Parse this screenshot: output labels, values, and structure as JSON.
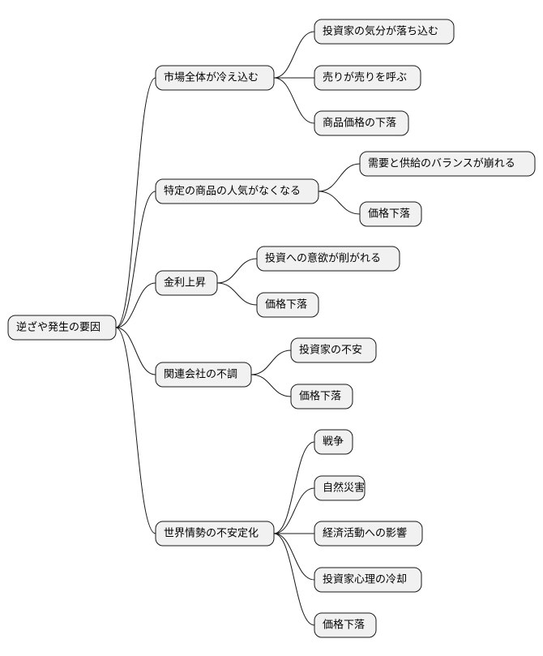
{
  "mindmap": {
    "root": "逆ざや発生の要因",
    "branches": [
      {
        "label": "市場全体が冷え込む",
        "children": [
          "投資家の気分が落ち込む",
          "売りが売りを呼ぶ",
          "商品価格の下落"
        ]
      },
      {
        "label": "特定の商品の人気がなくなる",
        "children": [
          "需要と供給のバランスが崩れる",
          "価格下落"
        ]
      },
      {
        "label": "金利上昇",
        "children": [
          "投資への意欲が削がれる",
          "価格下落"
        ]
      },
      {
        "label": "関連会社の不調",
        "children": [
          "投資家の不安",
          "価格下落"
        ]
      },
      {
        "label": "世界情勢の不安定化",
        "children": [
          "戦争",
          "自然災害",
          "経済活動への影響",
          "投資家心理の冷却",
          "価格下落"
        ]
      }
    ]
  },
  "colors": {
    "node_fill": "#f1f1f1",
    "node_stroke": "#181818",
    "edge": "#181818",
    "text": "#000000"
  }
}
